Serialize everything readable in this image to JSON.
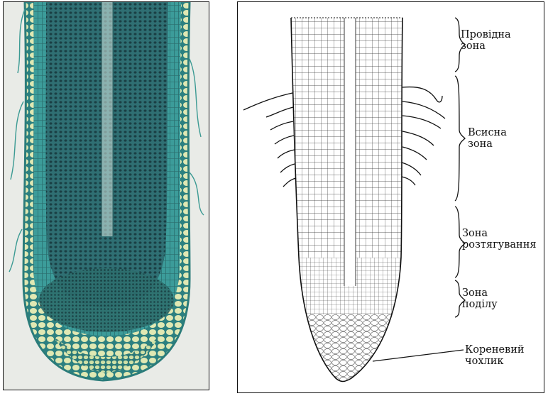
{
  "figure": {
    "photo": {
      "description_icon": "root-tip-micrograph",
      "colors": {
        "background": "#e9ebe7",
        "tissue_dark": "#2f6f73",
        "tissue_teal": "#3aa9a5",
        "cap_cells": "#dfe7b0",
        "cell_wall": "#1e4f52"
      }
    },
    "drawing": {
      "description_icon": "root-tip-line-drawing",
      "zones": [
        {
          "id": "conducting",
          "line1": "Провідна",
          "line2": "зона"
        },
        {
          "id": "root-hair",
          "line1": "Всисна",
          "line2": "зона"
        },
        {
          "id": "elongation",
          "line1": "Зона",
          "line2": "розтягування"
        },
        {
          "id": "division",
          "line1": "Зона",
          "line2": "поділу"
        },
        {
          "id": "root-cap",
          "line1": "Кореневий",
          "line2": "чохлик"
        }
      ]
    }
  }
}
